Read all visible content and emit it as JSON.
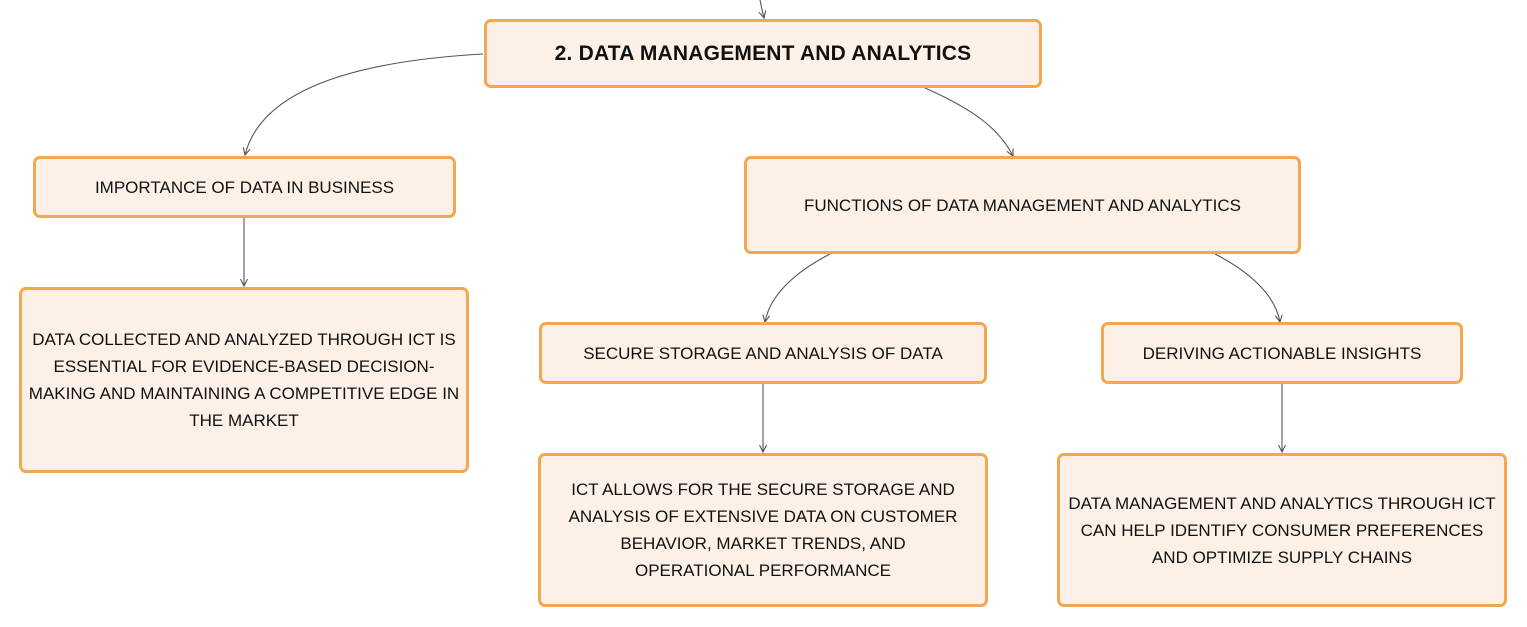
{
  "mindmap": {
    "root": {
      "label": "2. DATA MANAGEMENT AND ANALYTICS"
    },
    "importance": {
      "label": "IMPORTANCE OF DATA IN BUSINESS",
      "detail": "DATA COLLECTED AND ANALYZED THROUGH ICT IS ESSENTIAL FOR EVIDENCE-BASED DECISION-MAKING AND MAINTAINING A COMPETITIVE EDGE IN THE MARKET"
    },
    "functions": {
      "label": "FUNCTIONS OF DATA MANAGEMENT AND ANALYTICS",
      "storage": {
        "label": "SECURE STORAGE AND ANALYSIS OF DATA",
        "detail": "ICT ALLOWS FOR THE SECURE STORAGE AND ANALYSIS OF EXTENSIVE DATA ON CUSTOMER BEHAVIOR, MARKET TRENDS, AND OPERATIONAL PERFORMANCE"
      },
      "insights": {
        "label": "DERIVING ACTIONABLE INSIGHTS",
        "detail": "DATA MANAGEMENT AND ANALYTICS THROUGH ICT CAN HELP IDENTIFY CONSUMER PREFERENCES AND OPTIMIZE SUPPLY CHAINS"
      }
    }
  },
  "colors": {
    "node_fill": "#fdf0e6",
    "node_border": "#f2a850",
    "connector": "#555555",
    "text": "#111111"
  }
}
